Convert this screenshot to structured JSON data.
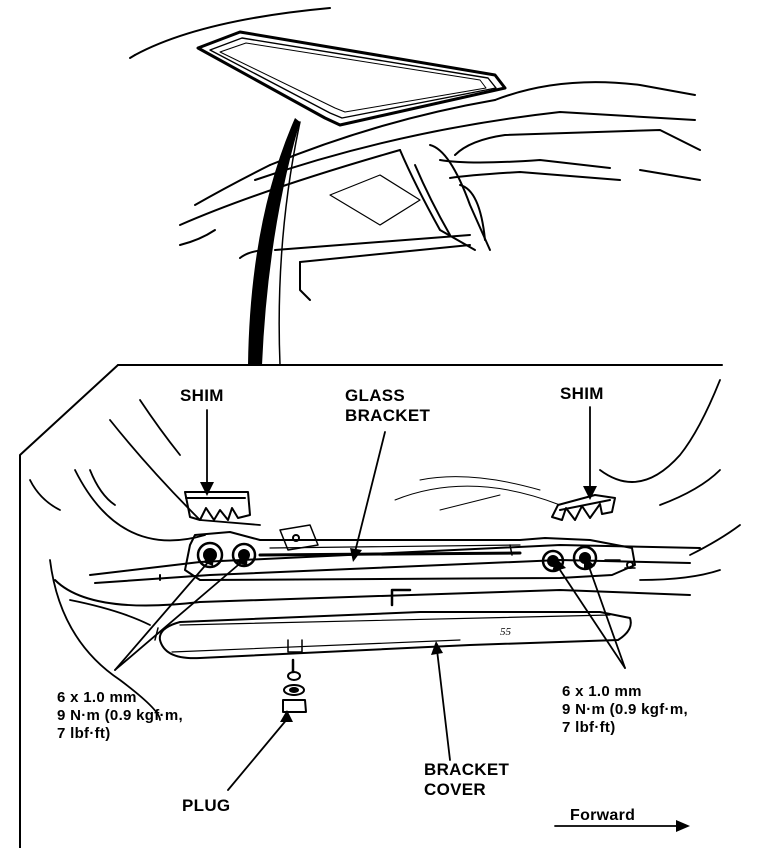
{
  "labels": {
    "shim_left": "SHIM",
    "shim_right": "SHIM",
    "glass_bracket": [
      "GLASS",
      "BRACKET"
    ],
    "bolt_spec_left": [
      "6 x 1.0 mm",
      "9 N·m (0.9 kgf·m,",
      "7 lbf·ft)"
    ],
    "bolt_spec_right": [
      "6 x 1.0 mm",
      "9 N·m (0.9 kgf·m,",
      "7 lbf·ft)"
    ],
    "bracket_cover": [
      "BRACKET",
      "COVER"
    ],
    "plug": "PLUG",
    "forward": "Forward",
    "part_mark": "55"
  },
  "colors": {
    "ink": "#000000",
    "paper": "#ffffff"
  }
}
